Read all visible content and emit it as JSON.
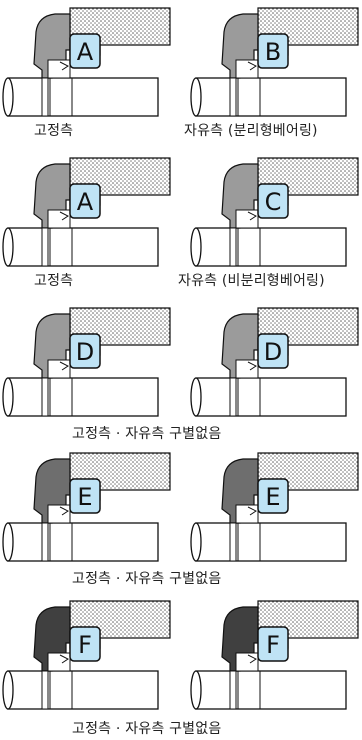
{
  "rows": [
    {
      "left": {
        "label": "A",
        "style": "split"
      },
      "right": {
        "label": "B",
        "style": "split"
      },
      "caption_left": "고정측",
      "caption_right": "자유측 (분리형베어링)"
    },
    {
      "left": {
        "label": "A",
        "style": "split"
      },
      "right": {
        "label": "C",
        "style": "split"
      },
      "caption_left": "고정측",
      "caption_right": "자유측 (비분리형베어링)"
    },
    {
      "left": {
        "label": "D",
        "style": "split"
      },
      "right": {
        "label": "D",
        "style": "split"
      },
      "caption_center": "고정측 · 자유측  구별없음"
    },
    {
      "left": {
        "label": "E",
        "style": "solid"
      },
      "right": {
        "label": "E",
        "style": "solid"
      },
      "caption_center": "고정측 · 자유측  구별없음"
    },
    {
      "left": {
        "label": "F",
        "style": "black"
      },
      "right": {
        "label": "F",
        "style": "black"
      },
      "caption_center": "고정측 · 자유측  구별없음"
    }
  ],
  "colors": {
    "label_box": "#bfe3f5",
    "housing_stipple": "#bbbbbb",
    "seal_split": "#8a8a8a",
    "seal_solid": "#555555",
    "seal_black": "#1e1e1e"
  }
}
